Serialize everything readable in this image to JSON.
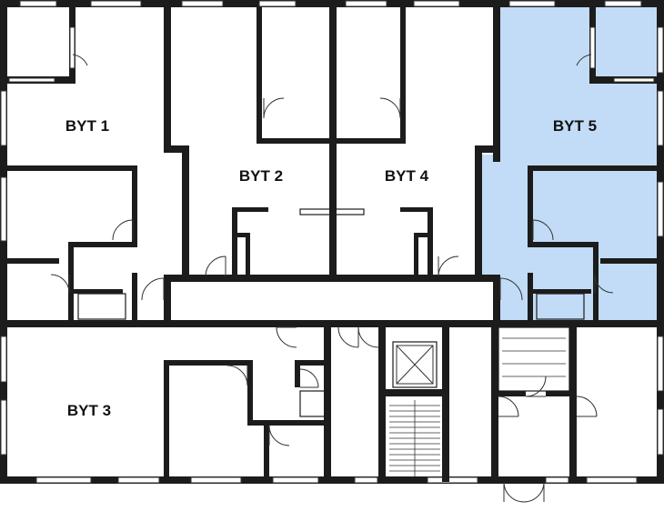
{
  "floor_plan": {
    "units": [
      {
        "id": "byt1",
        "label": "BYT 1",
        "highlighted": false
      },
      {
        "id": "byt2",
        "label": "BYT 2",
        "highlighted": false
      },
      {
        "id": "byt3",
        "label": "BYT 3",
        "highlighted": false
      },
      {
        "id": "byt4",
        "label": "BYT 4",
        "highlighted": false
      },
      {
        "id": "byt5",
        "label": "BYT 5",
        "highlighted": true
      }
    ],
    "colors": {
      "highlight_fill": "#c2dcf7",
      "wall": "#1c1c1c",
      "background": "#ffffff"
    },
    "icons": [
      "elevator-icon",
      "stair-icon",
      "door-swing-icon",
      "window-icon"
    ]
  }
}
